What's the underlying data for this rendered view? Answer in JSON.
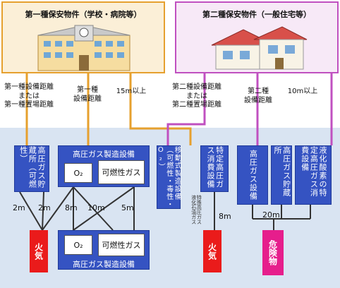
{
  "top": {
    "class1_title": "第一種保安物件（学校・病院等）",
    "class2_title": "第二種保安物件（一般住宅等）"
  },
  "labels": {
    "class1_storage_distance": "第一種設備距離\nまたは\n第一種置場距離",
    "class1_equipment_distance": "第一種\n設備距離",
    "class1_15m": "15m以上",
    "class2_storage_distance": "第二種設備距離\nまたは\n第二種置場距離",
    "class2_equipment_distance": "第二種\n設備距離",
    "class2_10m": "10m以上"
  },
  "facilities": {
    "storage": "高圧ガス貯蔵所（可燃性）",
    "manufacturing_top": "高圧ガス製造設備",
    "manufacturing_bottom": "高圧ガス製造設備",
    "o2": "O₂",
    "flammable_gas": "可燃性ガス",
    "mobile": "移動式製造設備（可燃性・毒性・O₂）",
    "special_consumer": "特定高圧ガス消費設備",
    "special_note": "特殊高圧ガス 液化石油ガス",
    "hp_equipment": "高圧ガス設備",
    "hp_storage": "高圧ガス貯蔵所",
    "lox_consumer": "液化酸素の特定高圧ガス消費設備"
  },
  "hazards": {
    "fire_left": "火気",
    "fire_right": "火気",
    "danger": "危険物"
  },
  "distances": {
    "d1": "2m",
    "d2": "2m",
    "d3": "8m",
    "d4": "10m",
    "d5": "5m",
    "d6": "8m",
    "d7": "20m"
  },
  "colors": {
    "class1_line": "#e6a02e",
    "class2_line": "#c050c0",
    "facility_blue": "#3553c2",
    "fire_red": "#ea1b1b",
    "danger_pink": "#e61e8c"
  }
}
